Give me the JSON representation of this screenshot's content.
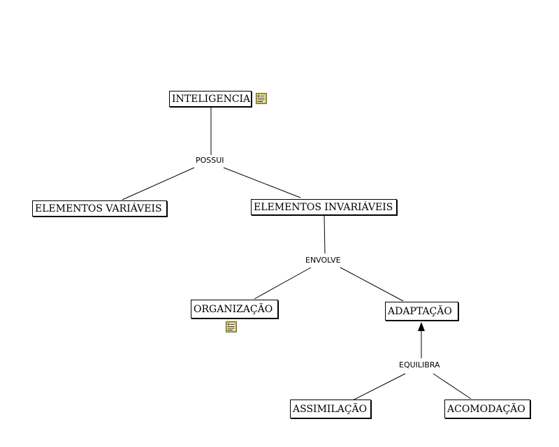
{
  "concepts": {
    "inteligencia": "INTELIGENCIA",
    "elementos_variaveis": "ELEMENTOS VARIÁVEIS",
    "elementos_invariaveis": "ELEMENTOS INVARIÁVEIS",
    "organizacao": "ORGANIZAÇÃO",
    "adaptacao": "ADAPTAÇÃO",
    "assimilacao": "ASSIMILAÇÃO",
    "acomodacao": "ACOMODAÇÃO"
  },
  "linking_phrases": {
    "possui": "POSSUI",
    "envolve": "ENVOLVE",
    "equilibra": "EQUILIBRA"
  },
  "icons": {
    "note_icon": "note-icon"
  },
  "colors": {
    "line": "#000000",
    "note_fill": "#e8d44a",
    "note_border": "#6b6b2a"
  }
}
